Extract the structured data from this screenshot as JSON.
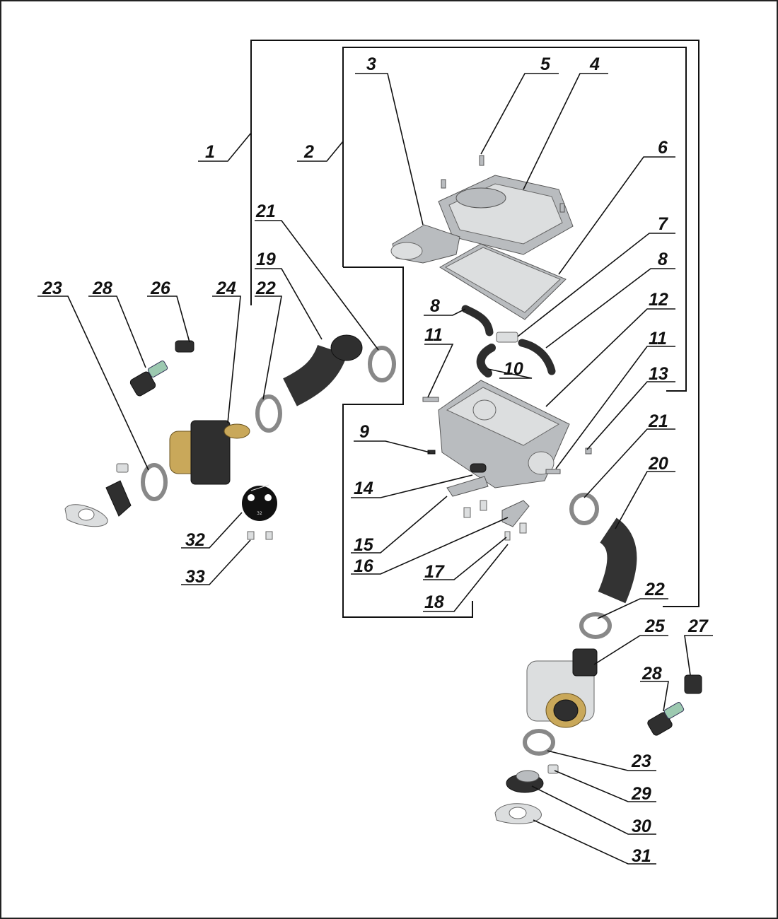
{
  "callouts": [
    "1",
    "2",
    "3",
    "4",
    "5",
    "6",
    "7",
    "8",
    "8",
    "9",
    "10",
    "11",
    "11",
    "12",
    "13",
    "14",
    "15",
    "16",
    "17",
    "18",
    "19",
    "20",
    "21",
    "21",
    "22",
    "22",
    "23",
    "23",
    "24",
    "25",
    "26",
    "27",
    "28",
    "28",
    "29",
    "30",
    "31",
    "32",
    "33"
  ],
  "plate_text": "32"
}
